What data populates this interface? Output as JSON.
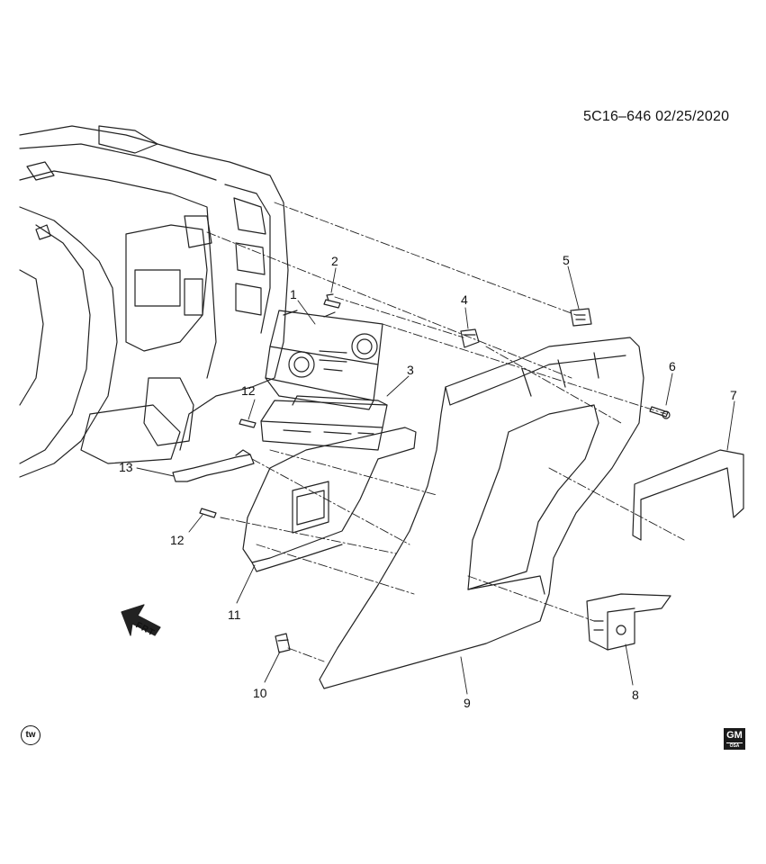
{
  "diagram_code": "5C16–646",
  "diagram_date": "02/25/2020",
  "direction_label": "FRT",
  "tw_badge": "tw",
  "gm_logo": "GM",
  "gm_logo_sub": "OSA",
  "callouts": [
    {
      "id": "1",
      "label": "1"
    },
    {
      "id": "2",
      "label": "2"
    },
    {
      "id": "3",
      "label": "3"
    },
    {
      "id": "4",
      "label": "4"
    },
    {
      "id": "5",
      "label": "5"
    },
    {
      "id": "6",
      "label": "6"
    },
    {
      "id": "7",
      "label": "7"
    },
    {
      "id": "8",
      "label": "8"
    },
    {
      "id": "9",
      "label": "9"
    },
    {
      "id": "10",
      "label": "10"
    },
    {
      "id": "11",
      "label": "11"
    },
    {
      "id": "12a",
      "label": "12"
    },
    {
      "id": "12b",
      "label": "12"
    },
    {
      "id": "13",
      "label": "13"
    }
  ]
}
